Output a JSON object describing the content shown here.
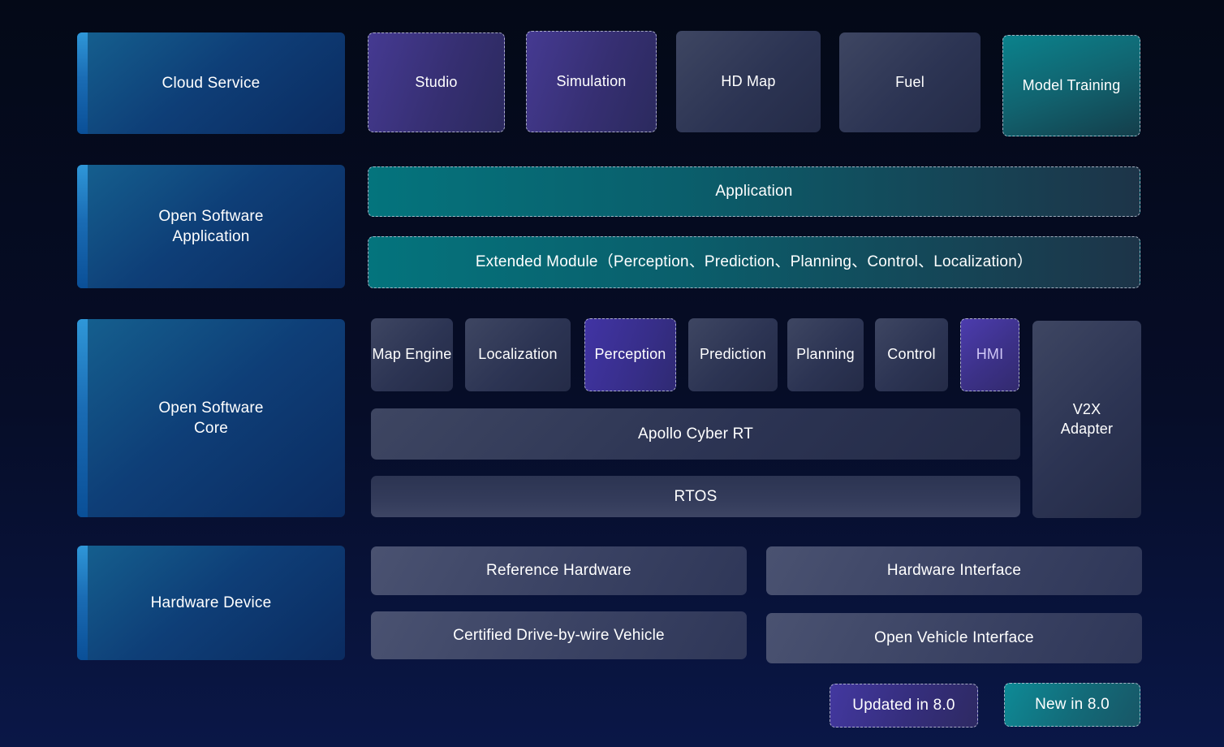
{
  "left_column": {
    "cloud_service": "Cloud Service",
    "open_software_application": "Open Software Application",
    "open_software_core": "Open Software Core",
    "hardware_device": "Hardware Device"
  },
  "cloud_row": {
    "studio": "Studio",
    "simulation": "Simulation",
    "hd_map": "HD Map",
    "fuel": "Fuel",
    "model_training": "Model Training"
  },
  "application_row": {
    "application": "Application",
    "extended_module": "Extended Module（Perception、Prediction、Planning、Control、Localization）"
  },
  "core_row": {
    "map_engine": "Map Engine",
    "localization": "Localization",
    "perception": "Perception",
    "prediction": "Prediction",
    "planning": "Planning",
    "control": "Control",
    "hmi": "HMI",
    "v2x_adapter": "V2X Adapter",
    "apollo_cyber_rt": "Apollo Cyber RT",
    "rtos": "RTOS"
  },
  "hardware_row": {
    "reference_hardware": "Reference Hardware",
    "hardware_interface": "Hardware Interface",
    "certified_vehicle": "Certified Drive-by-wire Vehicle",
    "open_vehicle_interface": "Open Vehicle Interface"
  },
  "legend": {
    "updated": "Updated in 8.0",
    "new": "New in 8.0"
  },
  "palette": {
    "background_top": "#040917",
    "background_bottom": "#0a1747",
    "blue_box": "#0e3e77",
    "blue_accent_strip": "#2f97d8",
    "slate_box": "#323a58",
    "teal_box": "#04747d",
    "purple_box": "#453a92",
    "hmi_text": "#cfc7f7",
    "dashed_border": "#c9cfde"
  }
}
